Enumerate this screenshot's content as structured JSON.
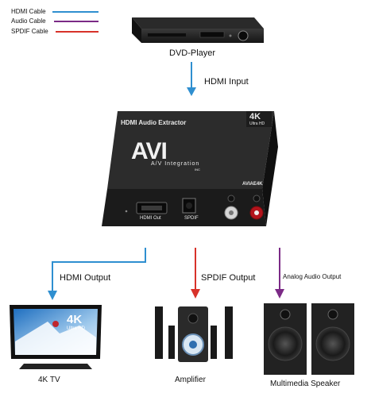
{
  "legend": {
    "hdmi": {
      "label": "HDMI Cable",
      "color": "#2f8fd0"
    },
    "audio": {
      "label": "Audio Cable",
      "color": "#7b2a86"
    },
    "spdif": {
      "label": "SPDIF Cable",
      "color": "#d8322a"
    }
  },
  "nodes": {
    "dvd_player": "DVD-Player",
    "hdmi_input": "HDMI Input",
    "extractor": {
      "title": "HDMI Audio Extractor",
      "badge": "4K",
      "badge_sub": "Ultra HD",
      "logo": "AVI",
      "brand": "A/V Integration",
      "brand_sub": "INC",
      "model": "AVIAE4K",
      "port_hdmi": "HDMI Out",
      "port_spdif": "SPDIF"
    },
    "hdmi_output": "HDMI Output",
    "spdif_output": "SPDIF Output",
    "analog_output": "Analog Audio Output",
    "tv": {
      "label": "4K TV",
      "badge": "4K",
      "badge_sub": "Ultra HD"
    },
    "amplifier": "Amplifier",
    "speaker": "Multimedia Speaker"
  }
}
